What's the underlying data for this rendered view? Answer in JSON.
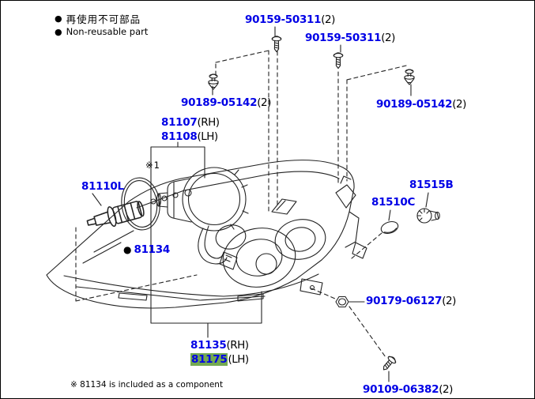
{
  "legend": {
    "bullet": "●",
    "line1_jp": "再使用不可部品",
    "line2_en": "Non-reusable part"
  },
  "note_ref": "※1",
  "footnote": "※ 81134 is included as a component",
  "colors": {
    "part_number_blue": "#0000e6",
    "highlight_green": "#74a952",
    "line_art": "#222222",
    "background": "#ffffff"
  },
  "parts": {
    "screw_top_left": {
      "number": "90159-50311",
      "suffix": "(2)"
    },
    "screw_top_right": {
      "number": "90159-50311",
      "suffix": "(2)"
    },
    "clip_left": {
      "number": "90189-05142",
      "suffix": "(2)"
    },
    "clip_right": {
      "number": "90189-05142",
      "suffix": "(2)"
    },
    "headlamp_unit_rh": {
      "number": "81107",
      "suffix": "(RH)"
    },
    "headlamp_unit_lh": {
      "number": "81108",
      "suffix": "(LH)"
    },
    "bulb": {
      "number": "81110L",
      "suffix": ""
    },
    "o_ring": {
      "bullet": "●",
      "number": "81134",
      "suffix": ""
    },
    "socket": {
      "number": "81515B",
      "suffix": ""
    },
    "cap": {
      "number": "81510C",
      "suffix": ""
    },
    "nut": {
      "number": "90179-06127",
      "suffix": "(2)"
    },
    "lamp_body_rh": {
      "number": "81135",
      "suffix": "(RH)"
    },
    "lamp_body_lh": {
      "number": "81175",
      "suffix": "(LH)",
      "highlighted": true
    },
    "screw_bottom": {
      "number": "90109-06382",
      "suffix": "(2)"
    }
  }
}
